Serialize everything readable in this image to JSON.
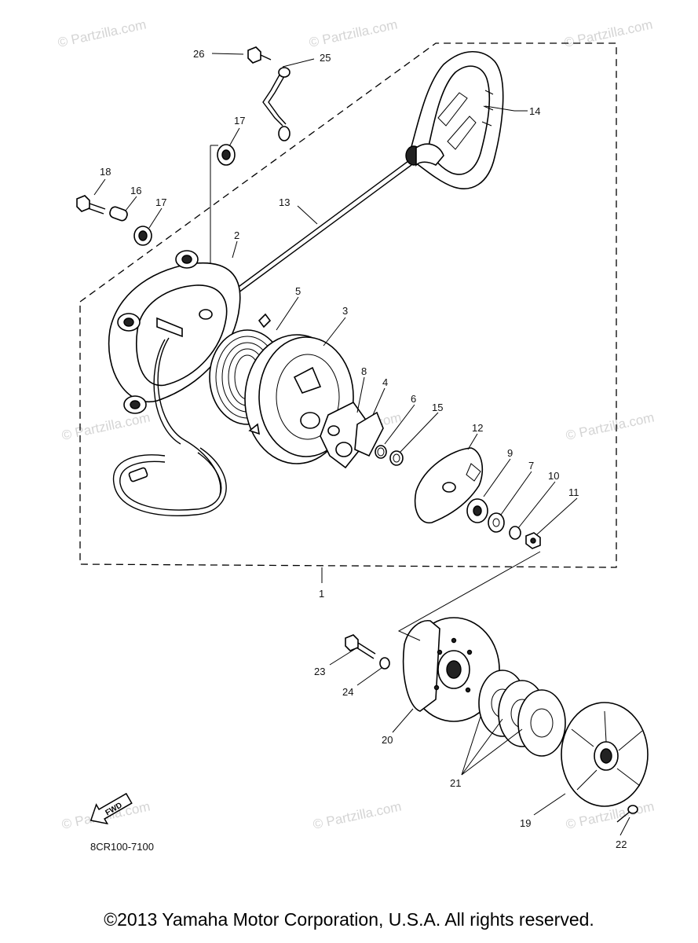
{
  "watermark": "© Partzilla.com",
  "diagram_code": "8CR100-7100",
  "fwd_label": "FWD",
  "copyright": "©2013 Yamaha Motor Corporation, U.S.A. All rights reserved.",
  "callouts": {
    "c1": "1",
    "c2": "2",
    "c3": "3",
    "c4": "4",
    "c5": "5",
    "c6": "6",
    "c7": "7",
    "c8": "8",
    "c9": "9",
    "c10": "10",
    "c11": "11",
    "c12": "12",
    "c13": "13",
    "c14": "14",
    "c15": "15",
    "c16": "16",
    "c17a": "17",
    "c17b": "17",
    "c18": "18",
    "c19": "19",
    "c20": "20",
    "c21": "21",
    "c22": "22",
    "c23": "23",
    "c24": "24",
    "c25": "25",
    "c26": "26"
  }
}
